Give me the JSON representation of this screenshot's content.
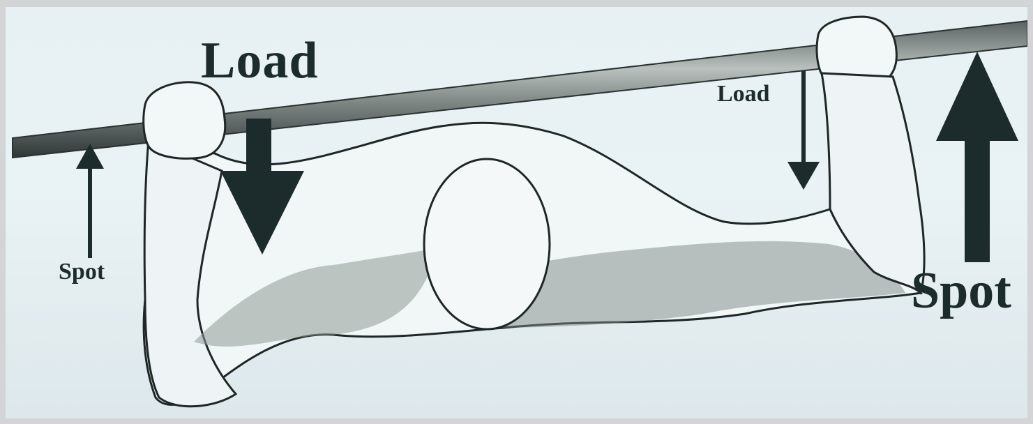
{
  "labels": {
    "load_large": "Load",
    "load_small": "Load",
    "spot_small": "Spot",
    "spot_large": "Spot"
  },
  "colors": {
    "background": "#e7f1f3",
    "ink": "#1c2b2c",
    "border": "#d2d4d5"
  },
  "icons": [
    "down-arrow-icon",
    "up-arrow-icon"
  ]
}
